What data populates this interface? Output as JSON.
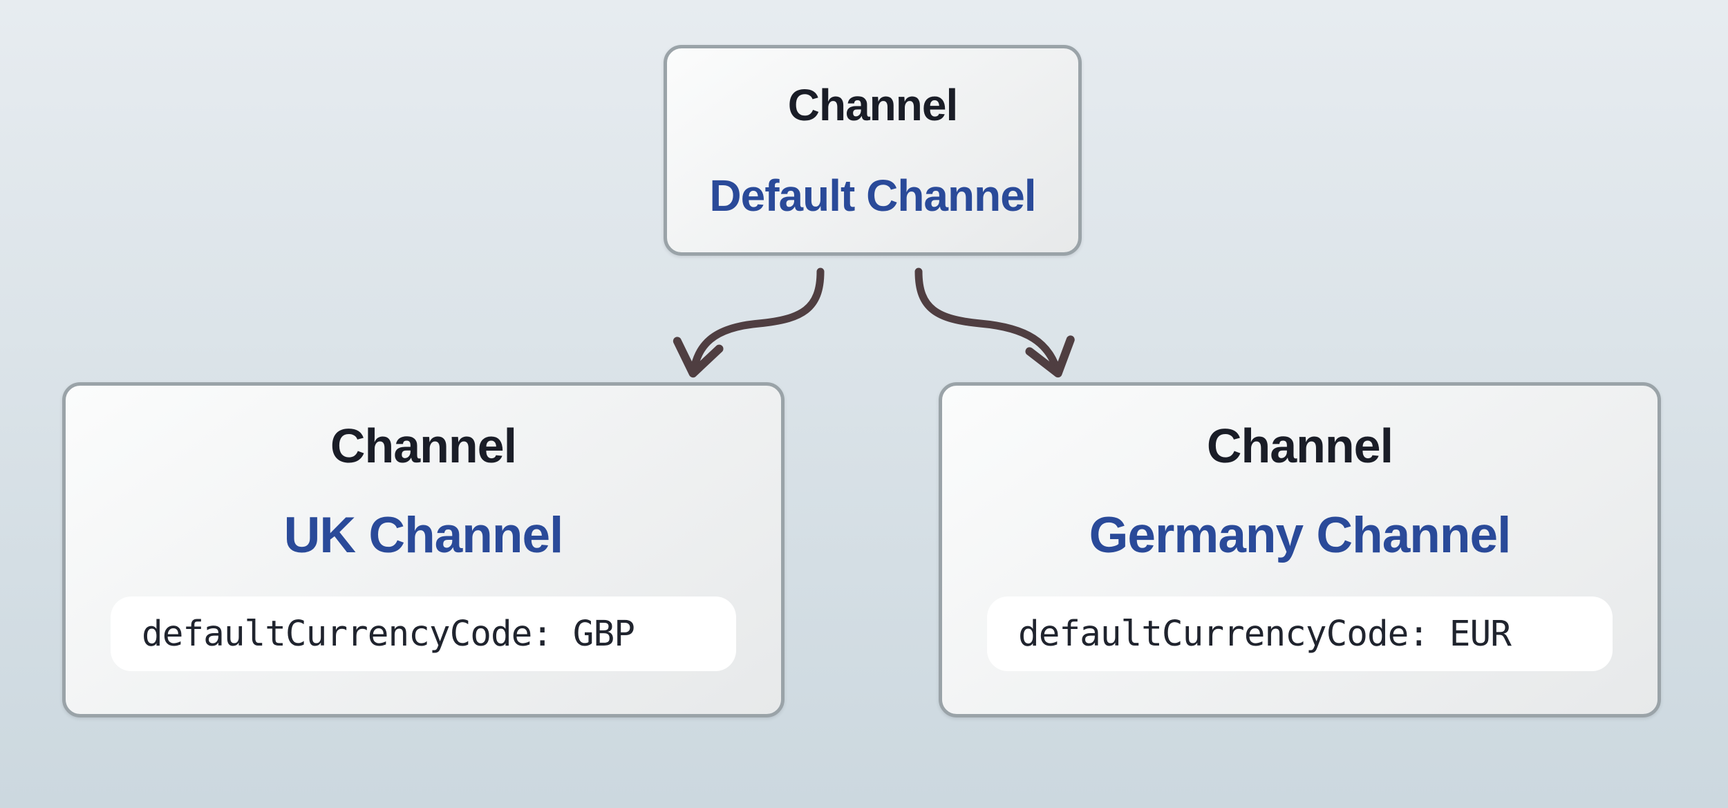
{
  "diagram": {
    "root": {
      "type_label": "Channel",
      "name": "Default Channel"
    },
    "children": [
      {
        "id": "uk",
        "type_label": "Channel",
        "name": "UK Channel",
        "attribute": "defaultCurrencyCode: GBP"
      },
      {
        "id": "germany",
        "type_label": "Channel",
        "name": "Germany Channel",
        "attribute": "defaultCurrencyCode: EUR"
      }
    ],
    "edges": [
      {
        "from": "Default Channel",
        "to": "UK Channel"
      },
      {
        "from": "Default Channel",
        "to": "Germany Channel"
      }
    ]
  },
  "colors": {
    "background_top": "#e7ecf0",
    "background_bottom": "#ccd8df",
    "node_fill_top": "#fbfcfc",
    "node_fill_bottom": "#e7e9ea",
    "node_border": "#9aa3a8",
    "type_label_text": "#1a1d27",
    "name_text": "#2a4a99",
    "attribute_text": "#20242e",
    "attribute_fill": "#ffffff",
    "arrow": "#4f3e41"
  }
}
